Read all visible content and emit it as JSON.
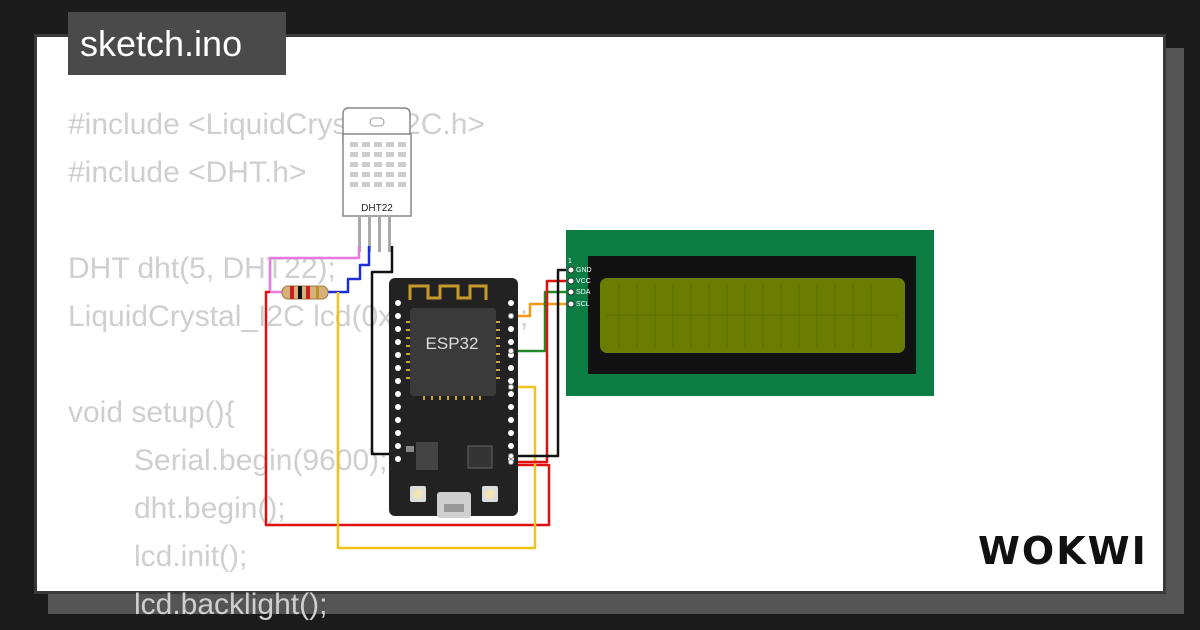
{
  "page": {
    "title": "sketch.ino",
    "brand": "WOKWI"
  },
  "code_lines": [
    "#include <LiquidCrystal_I2C.h>",
    "#include <DHT.h>",
    "",
    "DHT dht(5, DHT22);",
    "LiquidCrystal_I2C lcd(0x27, 16, 2);",
    "",
    "void setup(){",
    "Serial.begin(9600);",
    "dht.begin();",
    "lcd.init();",
    "lcd.backlight();"
  ],
  "components": {
    "dht_label": "DHT22",
    "esp32_label": "ESP32",
    "lcd_pins": [
      "GND",
      "VCC",
      "SDA",
      "SCL"
    ],
    "lcd_pin_marker": "1"
  },
  "colors": {
    "wire_red": "#e01010",
    "wire_black": "#111111",
    "wire_blue": "#1a2fd6",
    "wire_yellow": "#f0c419",
    "wire_orange": "#f29a18",
    "wire_green": "#1f8a2a",
    "wire_pink": "#e878e0",
    "lcd_board": "#0b7d43",
    "lcd_screen": "#6a7d00",
    "esp32_board": "#222222"
  }
}
